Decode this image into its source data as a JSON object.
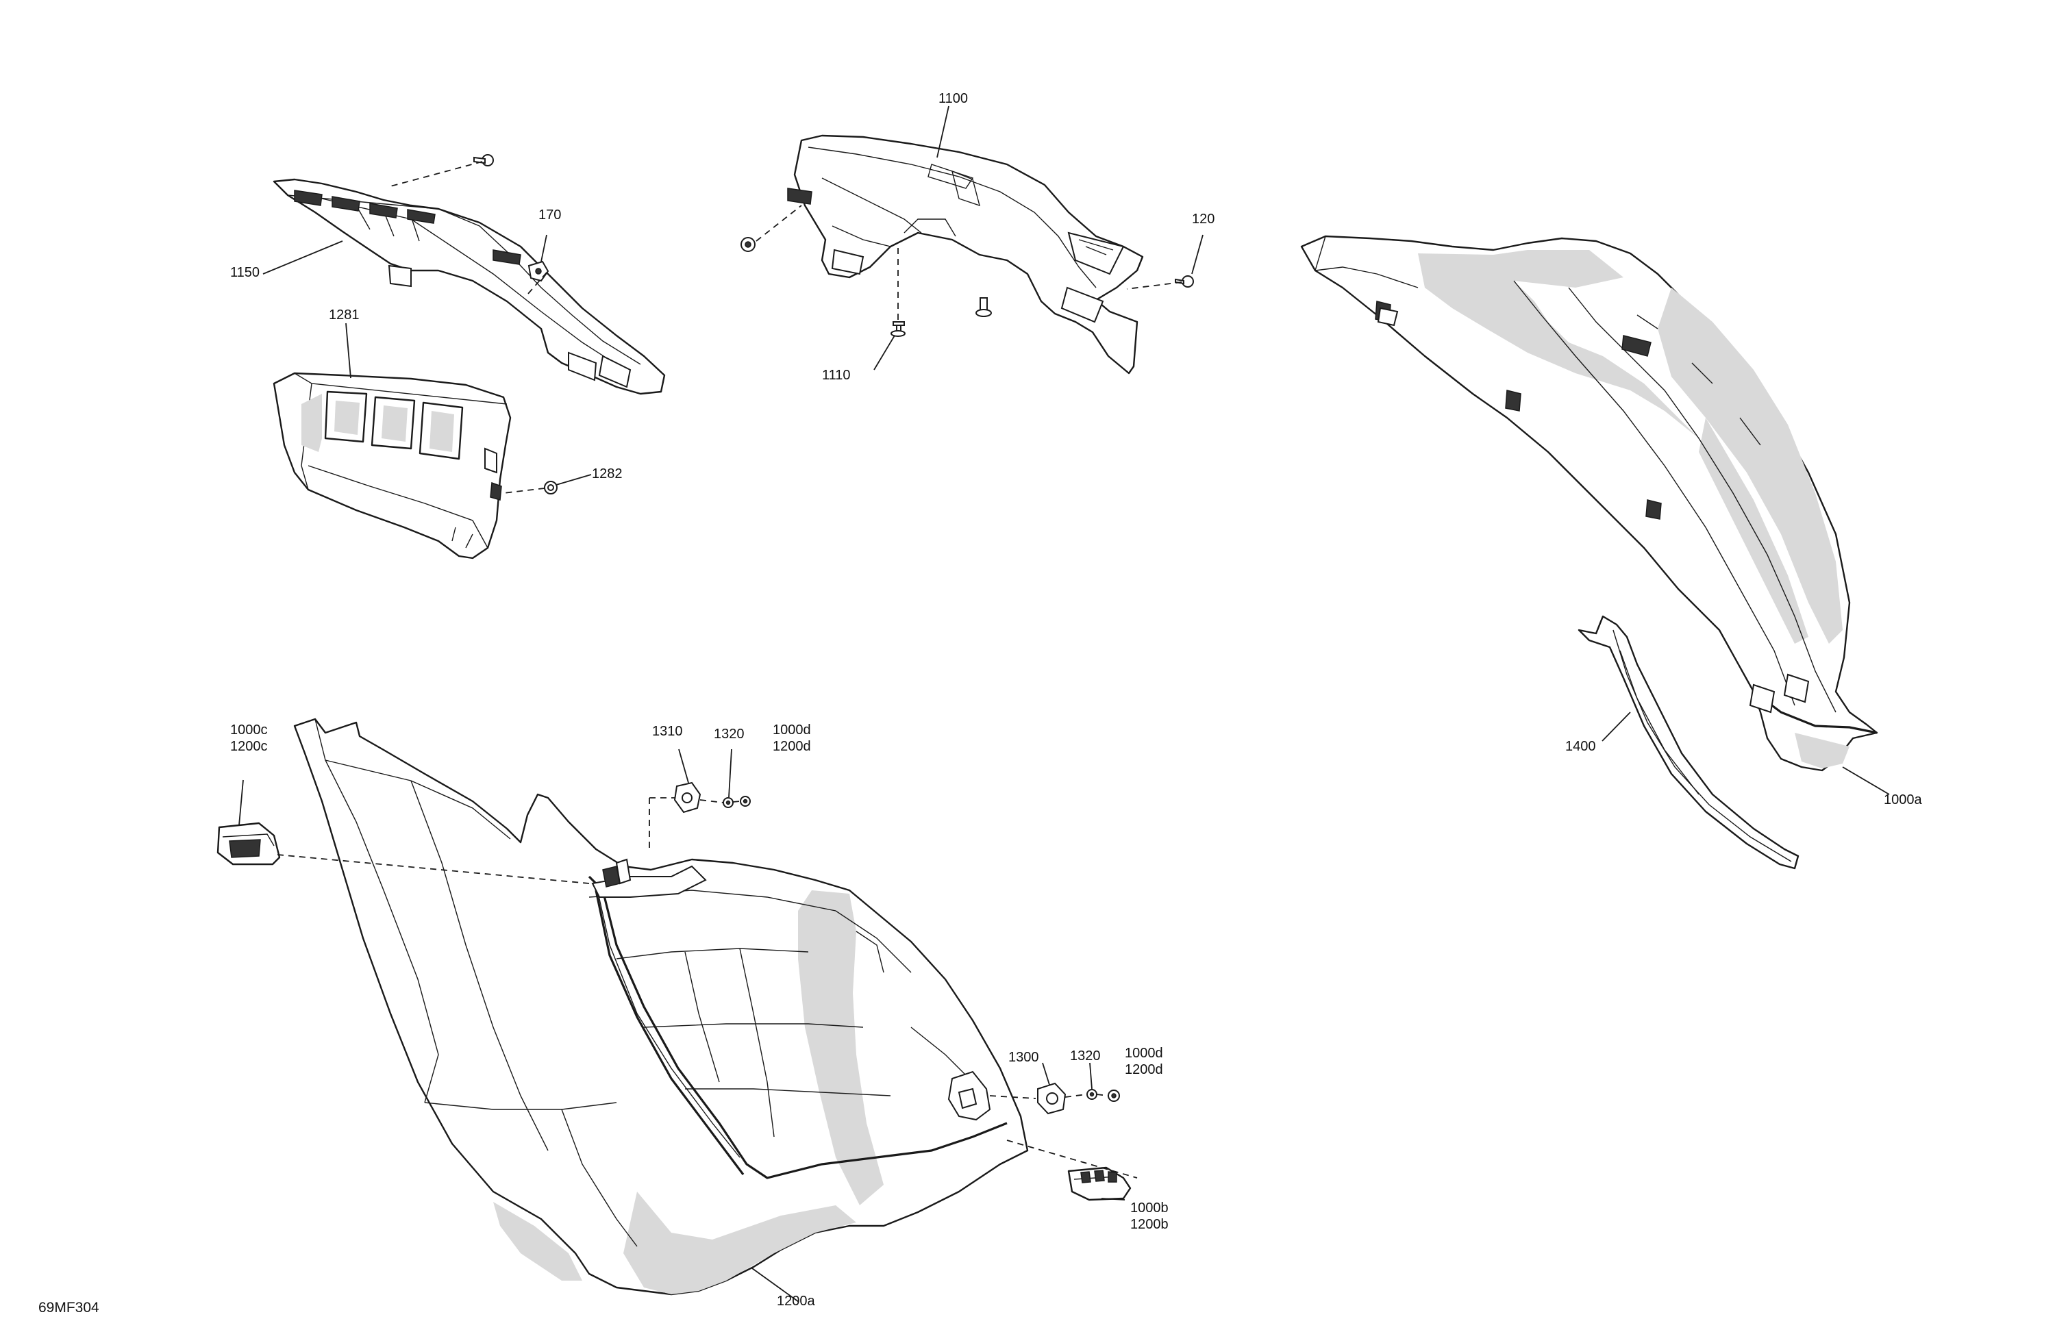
{
  "diagram": {
    "code": "69MF304",
    "callouts": {
      "c1100": "1100",
      "c120": "120",
      "c170": "170",
      "c1150": "1150",
      "c1110": "1110",
      "c1281": "1281",
      "c1282": "1282",
      "c1400": "1400",
      "c1000a": "1000a",
      "c1310": "1310",
      "c1320_top": "1320",
      "c1000d_top": "1000d",
      "c1200d_top": "1200d",
      "c1000c": "1000c",
      "c1200c": "1200c",
      "c1300": "1300",
      "c1320_bottom": "1320",
      "c1000d_bottom": "1000d",
      "c1200d_bottom": "1200d",
      "c1000b": "1000b",
      "c1200b": "1200b",
      "c1200a": "1200a"
    }
  }
}
